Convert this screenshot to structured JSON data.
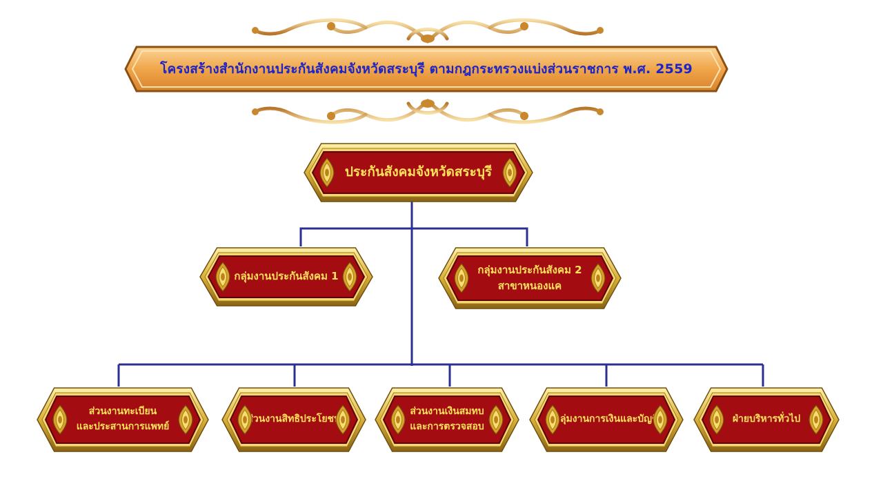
{
  "title": "โครงสร้างสำนักงานประกันสังคมจังหวัดสระบุรี ตามกฎกระทรวงแบ่งส่วนราชการ พ.ศ. 2559",
  "root": {
    "lines": [
      "ประกันสังคมจังหวัดสระบุรี"
    ]
  },
  "level2": [
    {
      "lines": [
        "กลุ่มงานประกันสังคม 1"
      ]
    },
    {
      "lines": [
        "กลุ่มงานประกันสังคม 2",
        "สาขาหนองแค"
      ]
    }
  ],
  "level3": [
    {
      "lines": [
        "ส่วนงานทะเบียน",
        "และประสานการแพทย์"
      ]
    },
    {
      "lines": [
        "ส่วนงานสิทธิประโยชน์"
      ]
    },
    {
      "lines": [
        "ส่วนงานเงินสมทบ",
        "และการตรวจสอบ"
      ]
    },
    {
      "lines": [
        "กลุ่มงานการเงินและบัญชี"
      ]
    },
    {
      "lines": [
        "ฝ่ายบริหารทั่วไป"
      ]
    }
  ],
  "colors": {
    "title_text": "#1c24c8",
    "banner_fill": "#f0a64a",
    "box_fill": "#a30d12",
    "box_border": "#d9b13a",
    "box_text": "#ffe25a",
    "connector": "#2b2f8f"
  },
  "icons": [
    "scroll-ornament-icon",
    "lotus-gem-icon"
  ]
}
